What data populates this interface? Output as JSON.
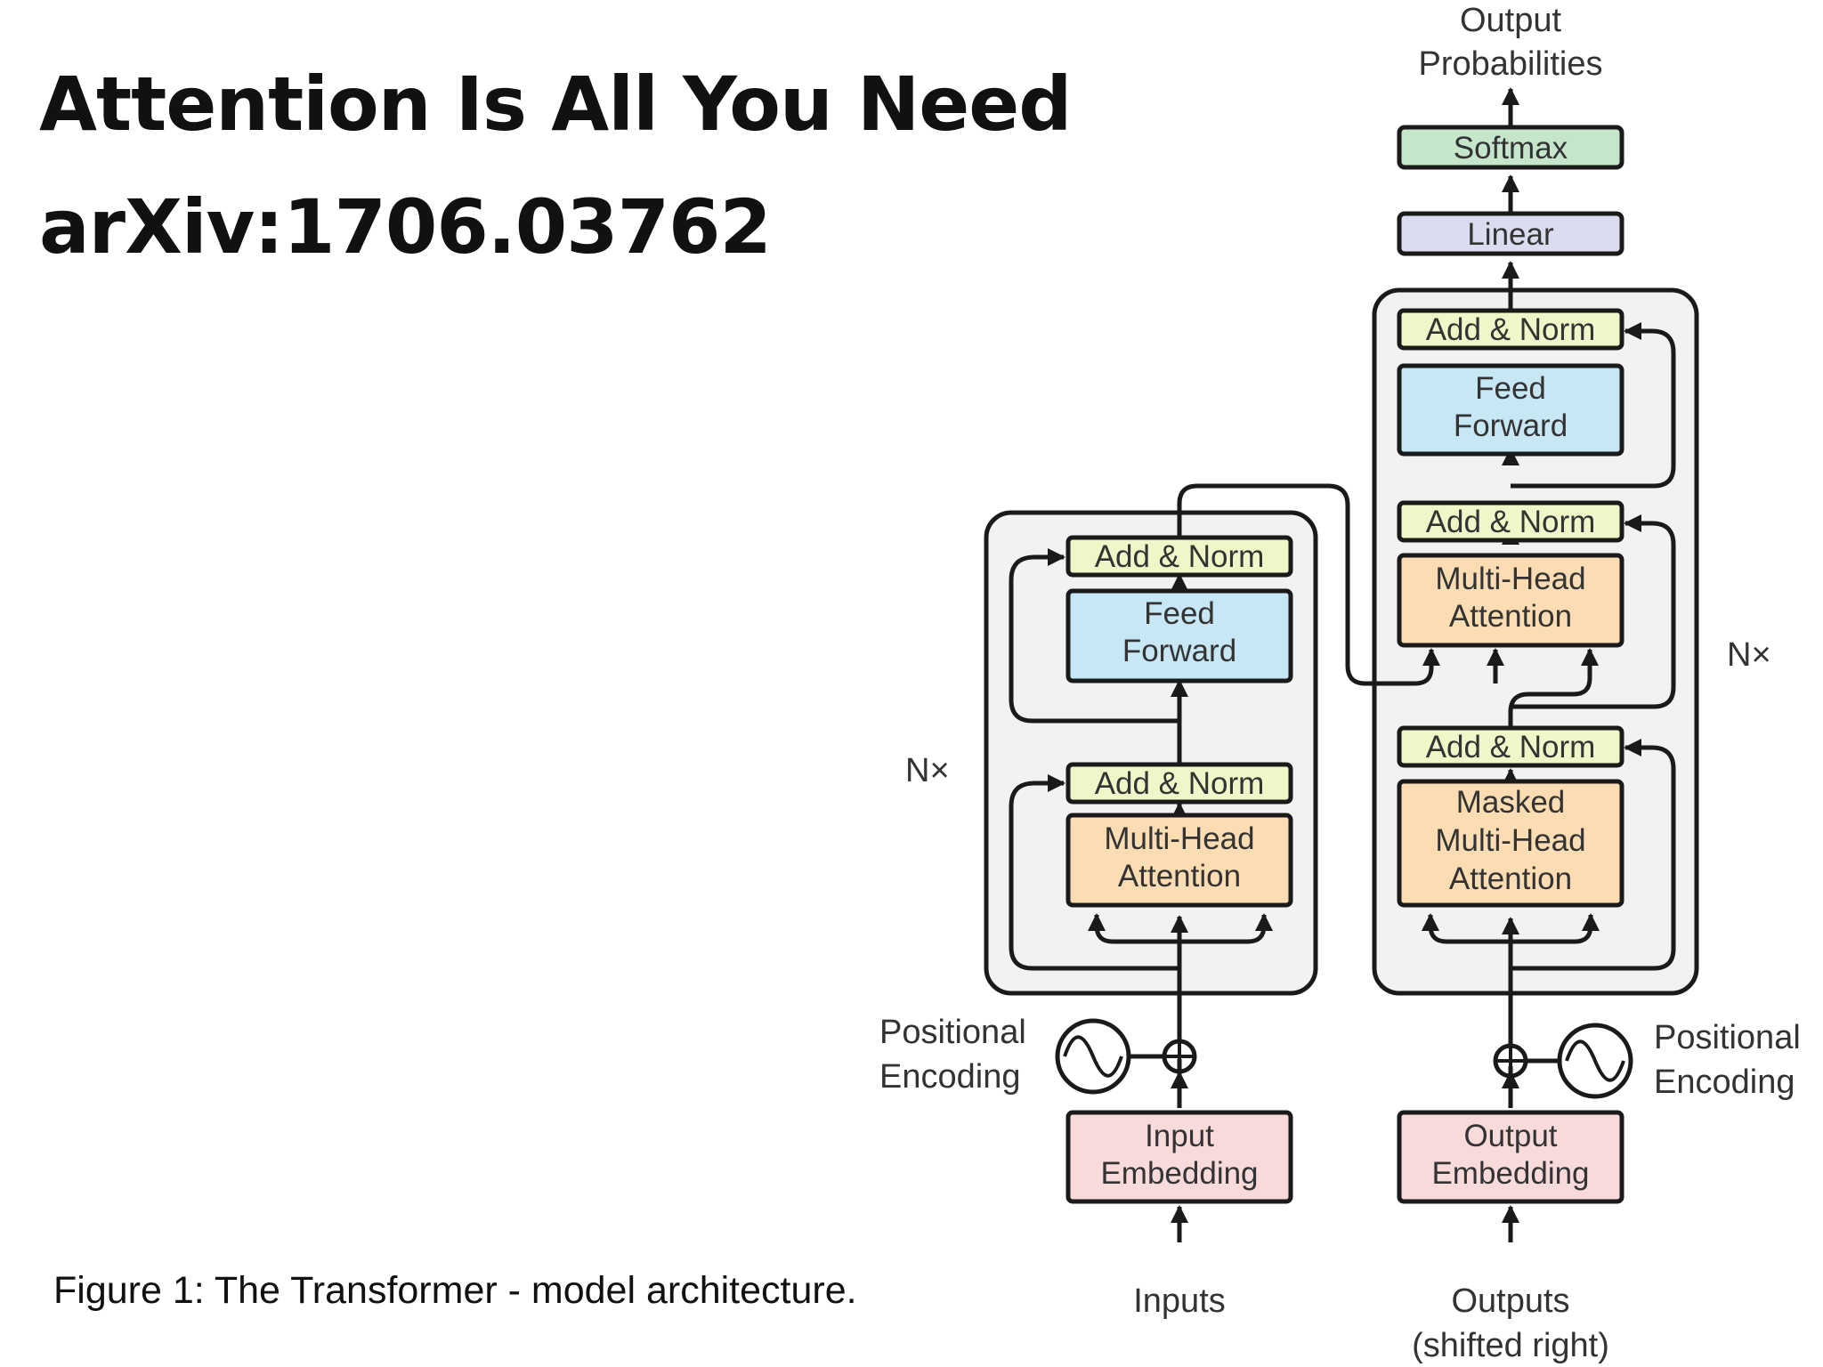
{
  "title": {
    "line1": "Attention Is All You Need",
    "line2": "arXiv:1706.03762"
  },
  "caption": "Figure 1: The Transformer - model architecture.",
  "diagram": {
    "encoder": {
      "repeat_label": "N×",
      "add_norm_top": "Add & Norm",
      "feed_forward": [
        "Feed",
        "Forward"
      ],
      "add_norm_bottom": "Add & Norm",
      "multi_head": [
        "Multi-Head",
        "Attention"
      ],
      "positional": [
        "Positional",
        "Encoding"
      ],
      "embedding": [
        "Input",
        "Embedding"
      ],
      "input_label": "Inputs"
    },
    "decoder": {
      "repeat_label": "N×",
      "add_norm_top": "Add & Norm",
      "feed_forward": [
        "Feed",
        "Forward"
      ],
      "add_norm_mid": "Add & Norm",
      "multi_head": [
        "Multi-Head",
        "Attention"
      ],
      "add_norm_bottom": "Add & Norm",
      "masked": [
        "Masked",
        "Multi-Head",
        "Attention"
      ],
      "positional": [
        "Positional",
        "Encoding"
      ],
      "embedding": [
        "Output",
        "Embedding"
      ],
      "output_label": [
        "Outputs",
        "(shifted right)"
      ]
    },
    "linear": "Linear",
    "softmax": "Softmax",
    "output_probs": [
      "Output",
      "Probabilities"
    ],
    "colors": {
      "add_norm": "#f0f6c8",
      "feed_forward": "#c7e7f5",
      "attention": "#fcdcb3",
      "embedding": "#f8dada",
      "linear": "#dcdcf0",
      "softmax": "#c5e6cb",
      "block_bg": "#f2f2f4"
    }
  }
}
